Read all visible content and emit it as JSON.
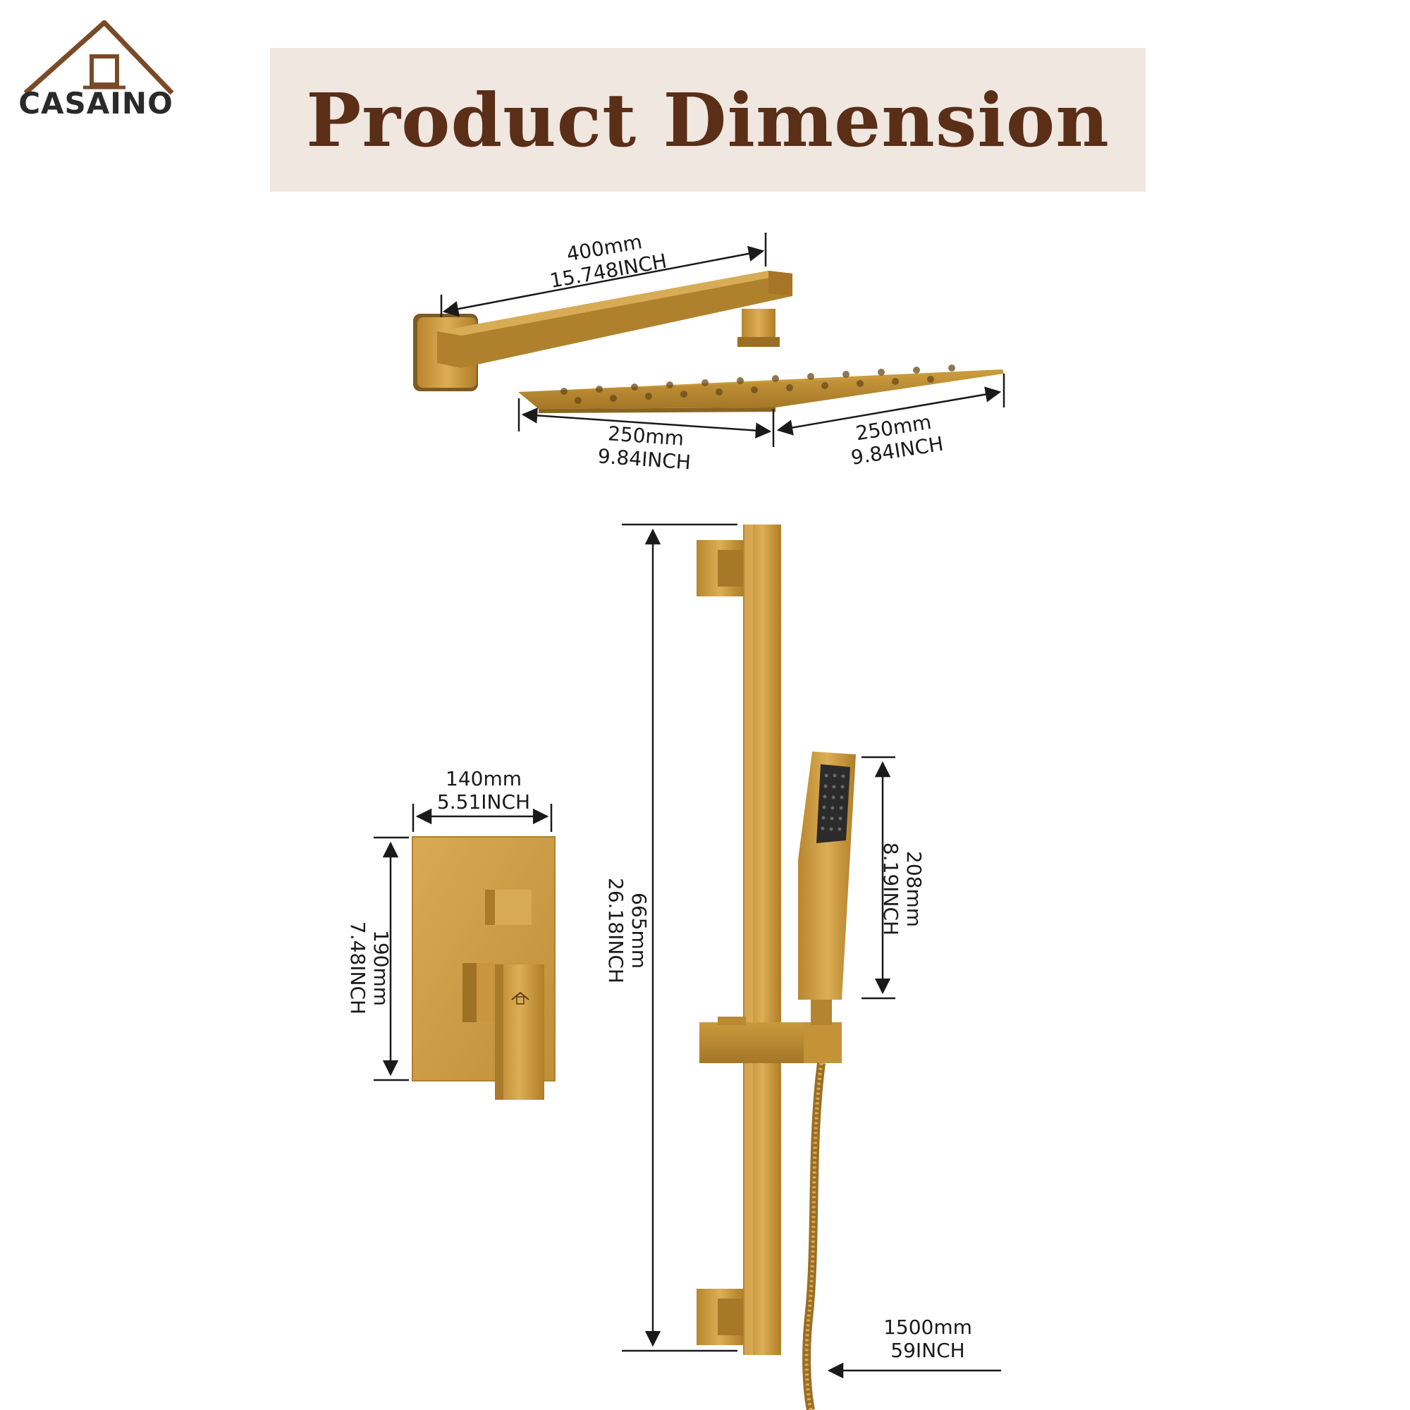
{
  "brand": {
    "name": "CASAINO"
  },
  "title": "Product Dimension",
  "colors": {
    "gold": "#c99a3c",
    "gold_dark": "#8a6420",
    "banner_bg": "#efe7e0",
    "title_brown": "#5a2e17",
    "logo_brown": "#7a4a28"
  },
  "dimensions": {
    "shower_arm": {
      "mm": "400mm",
      "inch": "15.748INCH"
    },
    "head_width": {
      "mm": "250mm",
      "inch": "9.84INCH"
    },
    "head_depth": {
      "mm": "250mm",
      "inch": "9.84INCH"
    },
    "valve_width": {
      "mm": "140mm",
      "inch": "5.51INCH"
    },
    "valve_height": {
      "mm": "190mm",
      "inch": "7.48INCH"
    },
    "slide_bar": {
      "mm": "665mm",
      "inch": "26.18INCH"
    },
    "hand_shower": {
      "mm": "208mm",
      "inch": "8.19INCH"
    },
    "hose": {
      "mm": "1500mm",
      "inch": "59INCH"
    }
  }
}
